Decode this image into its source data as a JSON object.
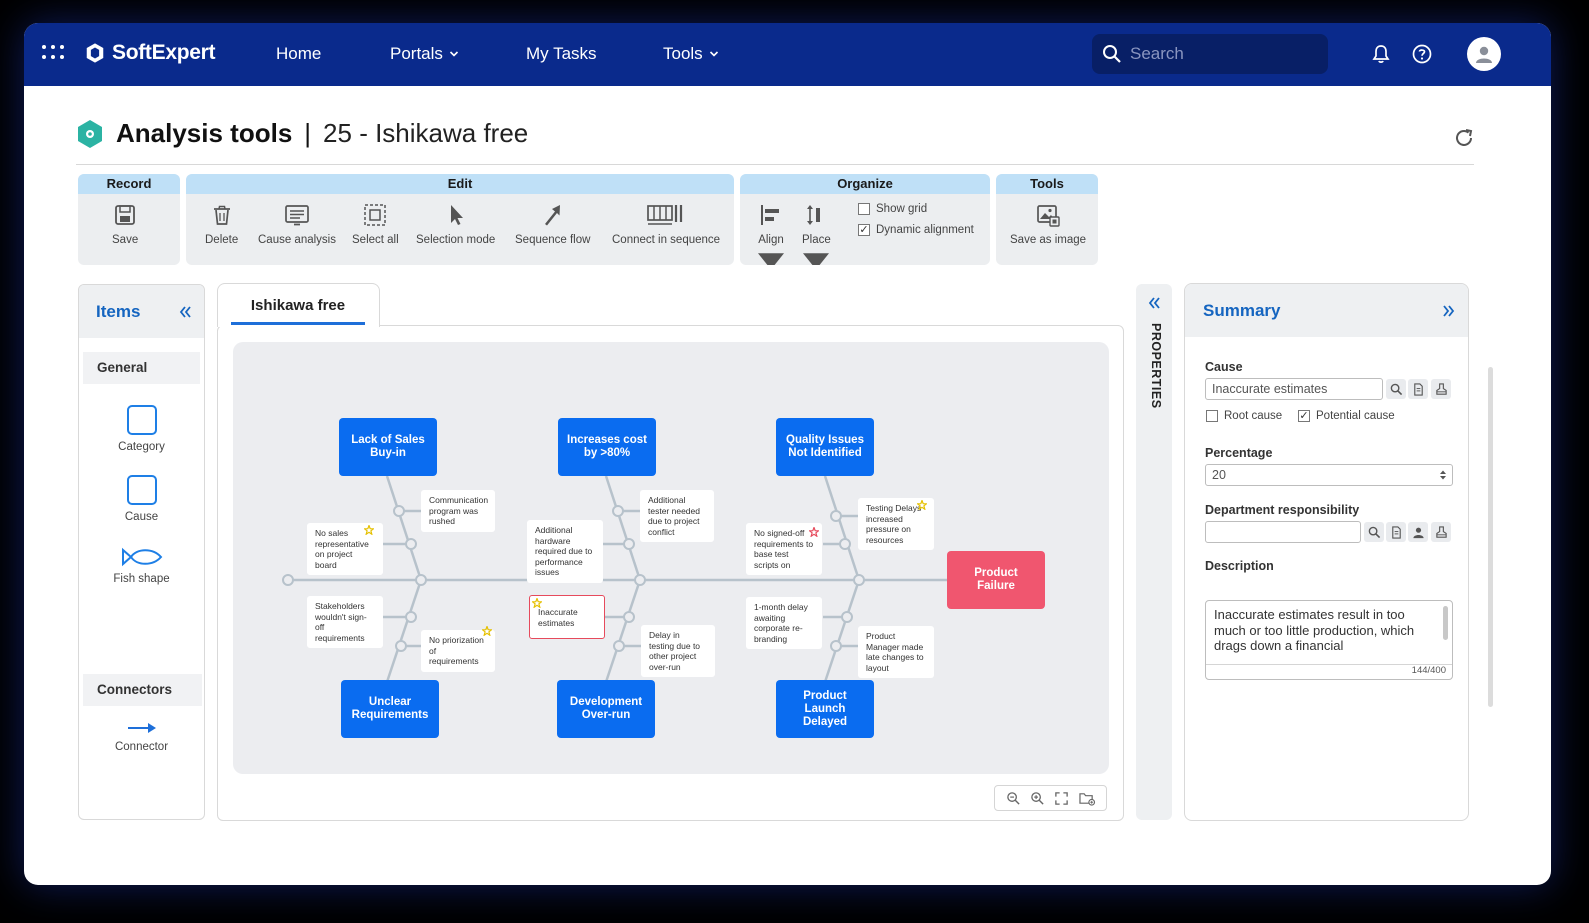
{
  "topbar": {
    "brand": "SoftExpert",
    "nav": [
      "Home",
      "Portals",
      "My Tasks",
      "Tools"
    ],
    "search_placeholder": "Search"
  },
  "header": {
    "title": "Analysis tools",
    "separator": "|",
    "subtitle": "25 - Ishikawa free"
  },
  "ribbon": {
    "record": {
      "title": "Record",
      "save": "Save"
    },
    "edit": {
      "title": "Edit",
      "delete": "Delete",
      "cause_analysis": "Cause analysis",
      "select_all": "Select all",
      "selection_mode": "Selection mode",
      "sequence_flow": "Sequence flow",
      "connect_in_sequence": "Connect in sequence"
    },
    "organize": {
      "title": "Organize",
      "align": "Align",
      "place": "Place",
      "show_grid": "Show grid",
      "show_grid_checked": false,
      "dynamic_alignment": "Dynamic alignment",
      "dynamic_alignment_checked": true
    },
    "tools": {
      "title": "Tools",
      "save_as_image": "Save as image"
    }
  },
  "items_panel": {
    "title": "Items",
    "general_section": "General",
    "category": "Category",
    "cause": "Cause",
    "fish_shape": "Fish shape",
    "connectors_section": "Connectors",
    "connector": "Connector"
  },
  "diagram": {
    "tab": "Ishikawa free",
    "effect": "Product Failure",
    "categories": {
      "c1": "Lack of Sales Buy-in",
      "c2": "Increases cost by >80%",
      "c3": "Quality Issues Not Identified",
      "c4": "Unclear Requirements",
      "c5": "Development Over-run",
      "c6": "Product Launch Delayed"
    },
    "causes": {
      "n1": "Communication program was rushed",
      "n2": "No sales representative on project board",
      "n3": "Additional tester needed due to project conflict",
      "n4": "Additional hardware required due to performance issues",
      "n5": "Testing Delays increased pressure on resources",
      "n6": "No signed-off requirements to base test scripts on",
      "n7": "Stakeholders wouldn't sign-off requirements",
      "n8": "No priorization of requirements",
      "n9": "Inaccurate estimates",
      "n10": "Delay in testing due to other project over-run",
      "n11": "1-month delay awaiting corporate re-branding",
      "n12": "Product Manager made late changes to layout"
    },
    "colors": {
      "category": "#0a6cf0",
      "effect": "#f0566f",
      "bone": "#b7c2cb",
      "star": "#f2d22e"
    }
  },
  "properties_label": "PROPERTIES",
  "summary": {
    "title": "Summary",
    "cause_label": "Cause",
    "cause_value": "Inaccurate estimates",
    "root_cause": "Root cause",
    "root_cause_checked": false,
    "potential_cause": "Potential cause",
    "potential_cause_checked": true,
    "percentage_label": "Percentage",
    "percentage_value": "20",
    "department_label": "Department responsibility",
    "department_value": "",
    "description_label": "Description",
    "description_value": "Inaccurate estimates result in too much or too little production, which drags down a financial",
    "description_count": "144/400"
  }
}
